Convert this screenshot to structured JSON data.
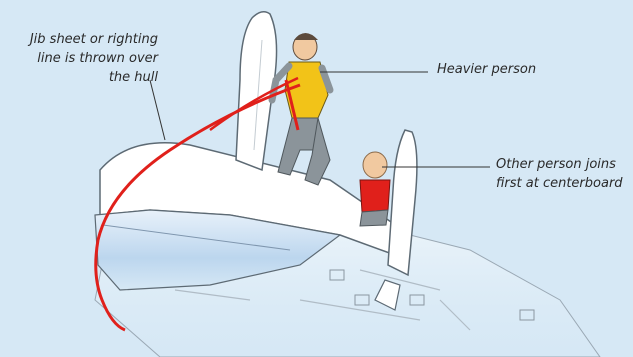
{
  "labels": {
    "jib_sheet": "Jib sheet or righting\nline is thrown over\nthe hull",
    "heavier_person": "Heavier person",
    "other_person": "Other person joins\nfirst at centerboard"
  },
  "colors": {
    "background": "#d6e8f5",
    "hull": "#ffffff",
    "hull_shade": "#b8d4ec",
    "line": "#e0201b",
    "vest": "#f2c318",
    "clothing": "#8b949a",
    "skin": "#f1c9a0"
  }
}
